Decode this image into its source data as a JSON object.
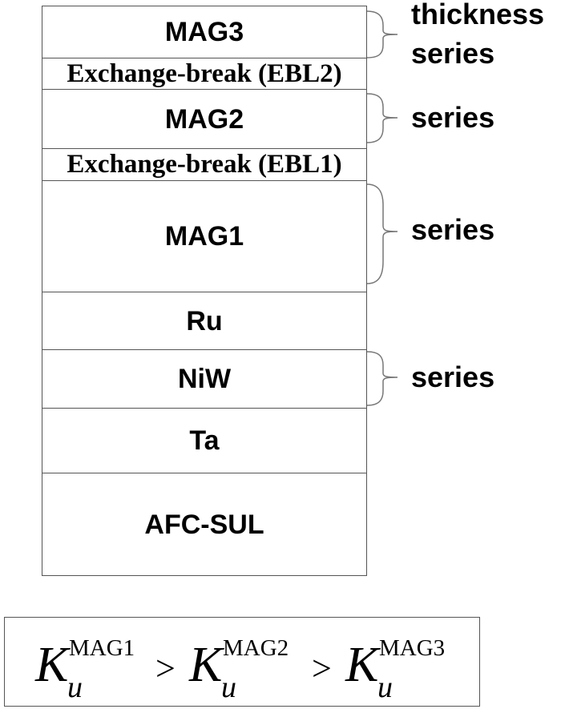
{
  "stack": {
    "mag3": "MAG3",
    "ebl2": "Exchange-break (EBL2)",
    "mag2": "MAG2",
    "ebl1": "Exchange-break (EBL1)",
    "mag1": "MAG1",
    "ru": "Ru",
    "niw": "NiW",
    "ta": "Ta",
    "afc_sul": "AFC-SUL"
  },
  "annotations": {
    "thickness": "thickness",
    "series_mag3": "series",
    "series_mag2": "series",
    "series_mag1": "series",
    "series_niw": "series"
  },
  "formula": {
    "symbol": "K",
    "subscript": "u",
    "terms": [
      "MAG1",
      "MAG2",
      "MAG3"
    ],
    "operator": ">"
  }
}
